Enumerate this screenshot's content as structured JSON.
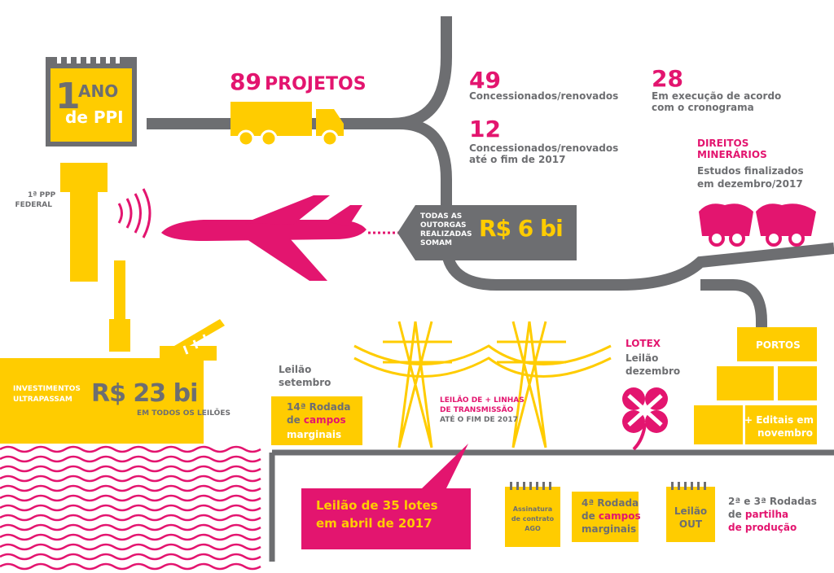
{
  "colors": {
    "yellow": "#ffcc00",
    "pink": "#e3156f",
    "gray": "#6d6e71",
    "white": "#ffffff"
  },
  "calendar": {
    "big": "1",
    "ano": "ANO",
    "ppi": "de PPI"
  },
  "projects": {
    "number": "89",
    "label": "PROJETOS"
  },
  "stat49": {
    "number": "49",
    "label": "Concessionados/renovados"
  },
  "stat28": {
    "number": "28",
    "line1": "Em execução de acordo",
    "line2": "com o cronograma"
  },
  "stat12": {
    "number": "12",
    "line1": "Concessionados/renovados",
    "line2": "até o fim de 2017"
  },
  "ppp": {
    "line1": "1ª PPP",
    "line2": "FEDERAL"
  },
  "outorgas": {
    "l1": "TODAS AS",
    "l2": "OUTORGAS",
    "l3": "REALIZADAS",
    "l4": "SOMAM",
    "value": "R$ 6 bi"
  },
  "mineral": {
    "title1": "DIREITOS",
    "title2": "MINERÁRIOS",
    "text1": "Estudos finalizados",
    "text2": "em dezembro/2017"
  },
  "invest": {
    "l1": "INVESTIMENTOS",
    "l2": "ULTRAPASSAM",
    "value": "R$ 23 bi",
    "sub": "EM TODOS OS LEILÕES"
  },
  "leilao_set": {
    "l1": "Leilão",
    "l2": "setembro"
  },
  "rodada14": {
    "l1": "14ª Rodada",
    "de": "de ",
    "campos": "campos",
    "marg": "marginais"
  },
  "transmissao": {
    "l1": "LEILÃO DE + LINHAS",
    "l2": "DE TRANSMISSÃO",
    "l3": "ATÉ O FIM DE 2017"
  },
  "lotex": {
    "title": "LOTEX",
    "l1": "Leilão",
    "l2": "dezembro"
  },
  "portos": {
    "title": "PORTOS",
    "l1": "+ Editais em",
    "l2": "novembro"
  },
  "lotes": {
    "l1": "Leilão de 35 lotes",
    "l2": "em abril de 2017"
  },
  "ago": {
    "l1": "Assinatura",
    "l2": "de contrato",
    "l3": "AGO"
  },
  "rodada4": {
    "l1": "4ª Rodada",
    "de": "de ",
    "campos": "campos",
    "marg": "marginais"
  },
  "out": {
    "l1": "Leilão",
    "l2": "OUT"
  },
  "partilha": {
    "l1": "2ª e 3ª Rodadas",
    "de": "de ",
    "partilha": "partilha",
    "l3": "de produção"
  }
}
